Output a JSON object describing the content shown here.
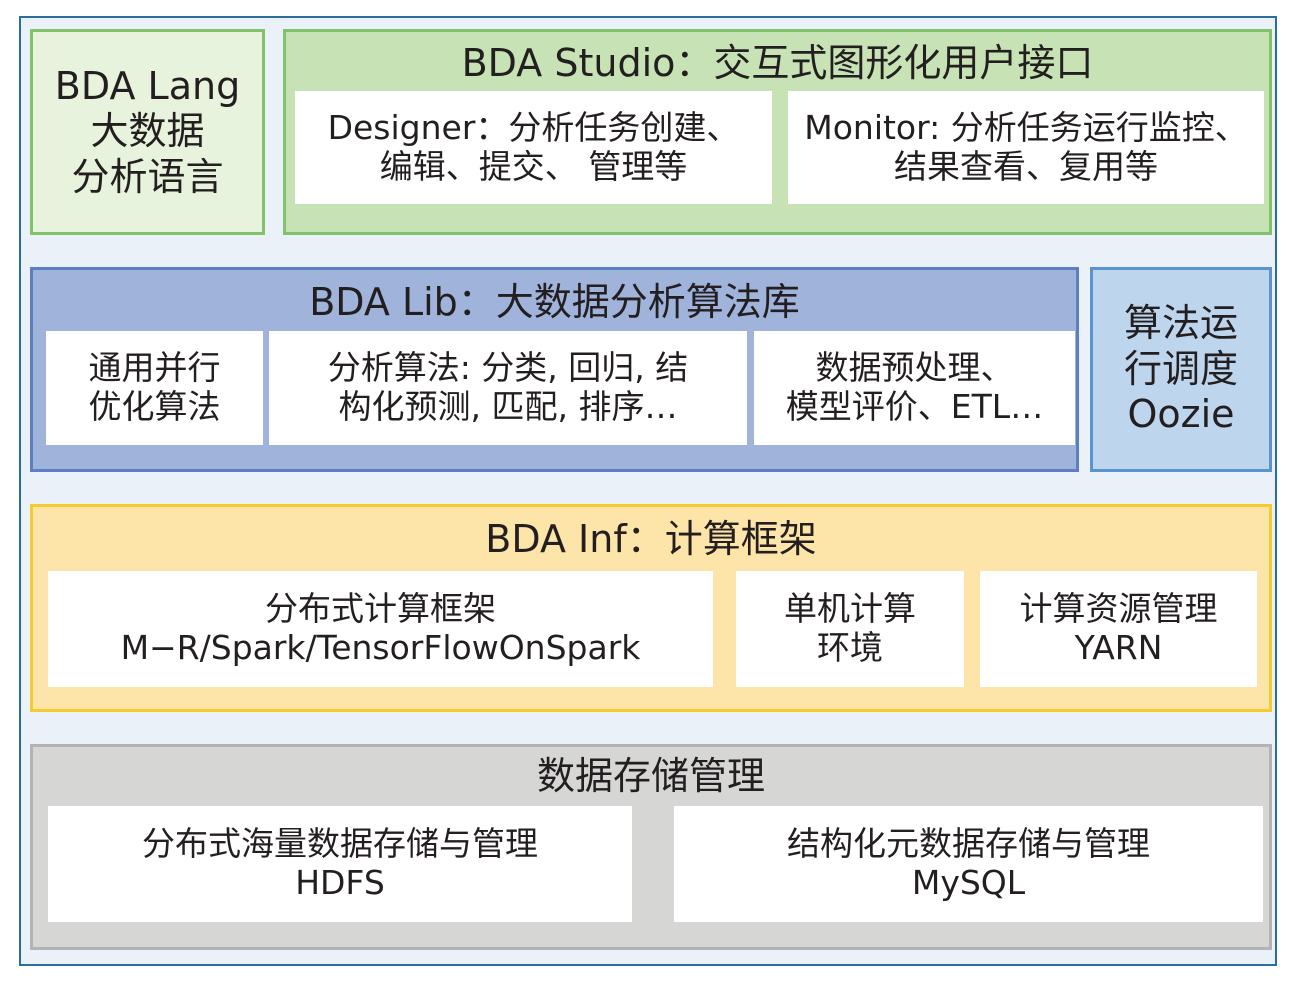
{
  "lang": {
    "lines": [
      "BDA Lang",
      "大数据",
      "分析语言"
    ]
  },
  "studio": {
    "title": "BDA Studio：交互式图形化用户接口",
    "designer": [
      "Designer：分析任务创建、",
      "编辑、提交、 管理等"
    ],
    "monitor": [
      "Monitor: 分析任务运行监控、",
      "结果查看、复用等"
    ]
  },
  "lib": {
    "title": "BDA Lib：大数据分析算法库",
    "boxes": [
      [
        "通用并行",
        "优化算法"
      ],
      [
        "分析算法: 分类, 回归, 结",
        "构化预测, 匹配, 排序…"
      ],
      [
        "数据预处理、",
        "模型评价、ETL…"
      ]
    ]
  },
  "oozie": {
    "lines": [
      "算法运",
      "行调度",
      "Oozie"
    ]
  },
  "inf": {
    "title": "BDA Inf：计算框架",
    "boxes": [
      [
        "分布式计算框架",
        "M−R/Spark/TensorFlowOnSpark"
      ],
      [
        "单机计算",
        "环境"
      ],
      [
        "计算资源管理",
        "YARN"
      ]
    ]
  },
  "storage": {
    "title": "数据存储管理",
    "boxes": [
      [
        "分布式海量数据存储与管理",
        "HDFS"
      ],
      [
        "结构化元数据存储与管理",
        "MySQL"
      ]
    ]
  },
  "colors": {
    "frame_border": "#2b6e9c",
    "frame_fill": "#eaf1f9",
    "green_fill": "#c7e2b4",
    "green_border": "#82c26a",
    "blue_fill": "#9fb3db",
    "blue_border": "#5c7fc1",
    "light_blue_fill": "#bed5ee",
    "yellow_fill": "#fde4a8",
    "yellow_border": "#f5cb2f",
    "gray_fill": "#d6d6d5",
    "gray_border": "#b3b3b2"
  }
}
